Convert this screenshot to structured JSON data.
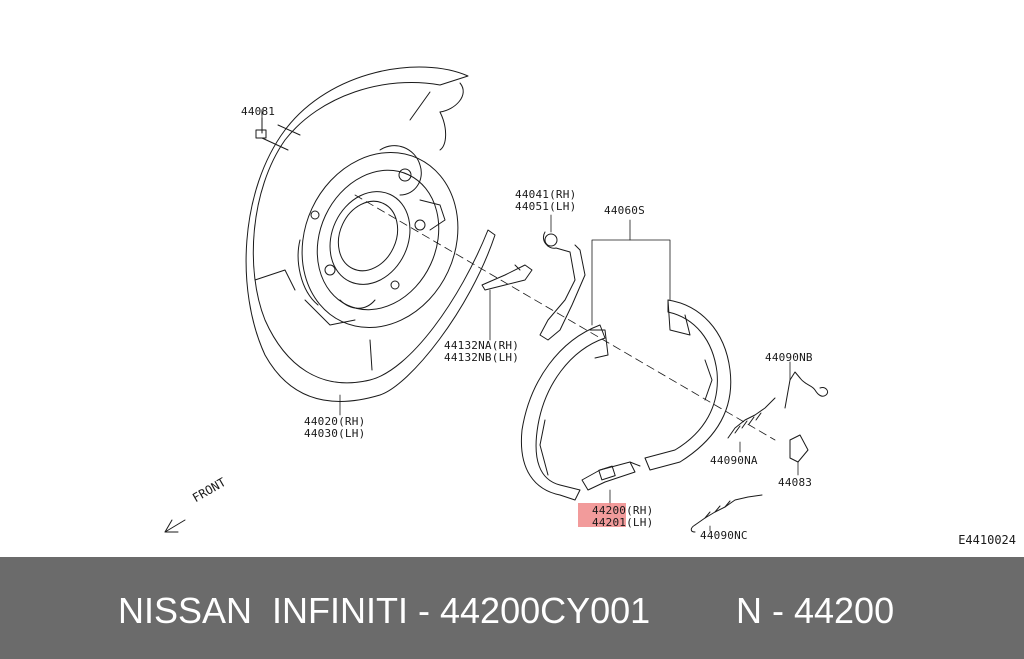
{
  "callouts": {
    "p44081": "44081",
    "p44041": "44041(RH)",
    "p44051": "44051(LH)",
    "p44060s": "44060S",
    "p44132na": "44132NA(RH)",
    "p44132nb": "44132NB(LH)",
    "p44020": "44020(RH)",
    "p44030": "44030(LH)",
    "p44090nb": "44090NB",
    "p44090na": "44090NA",
    "p44083": "44083",
    "p44200": "44200(RH)",
    "p44201": "44201(LH)",
    "p44090nc": "44090NC"
  },
  "front_label": "FRONT",
  "diagram_code": "E4410024",
  "footer": {
    "brand_part": "NISSAN  INFINITI - 44200CY001",
    "group_code": "N - 44200"
  },
  "colors": {
    "footer_bg": "#6b6b6b",
    "highlight": "#f08a8a",
    "line": "#1a1a1a"
  }
}
